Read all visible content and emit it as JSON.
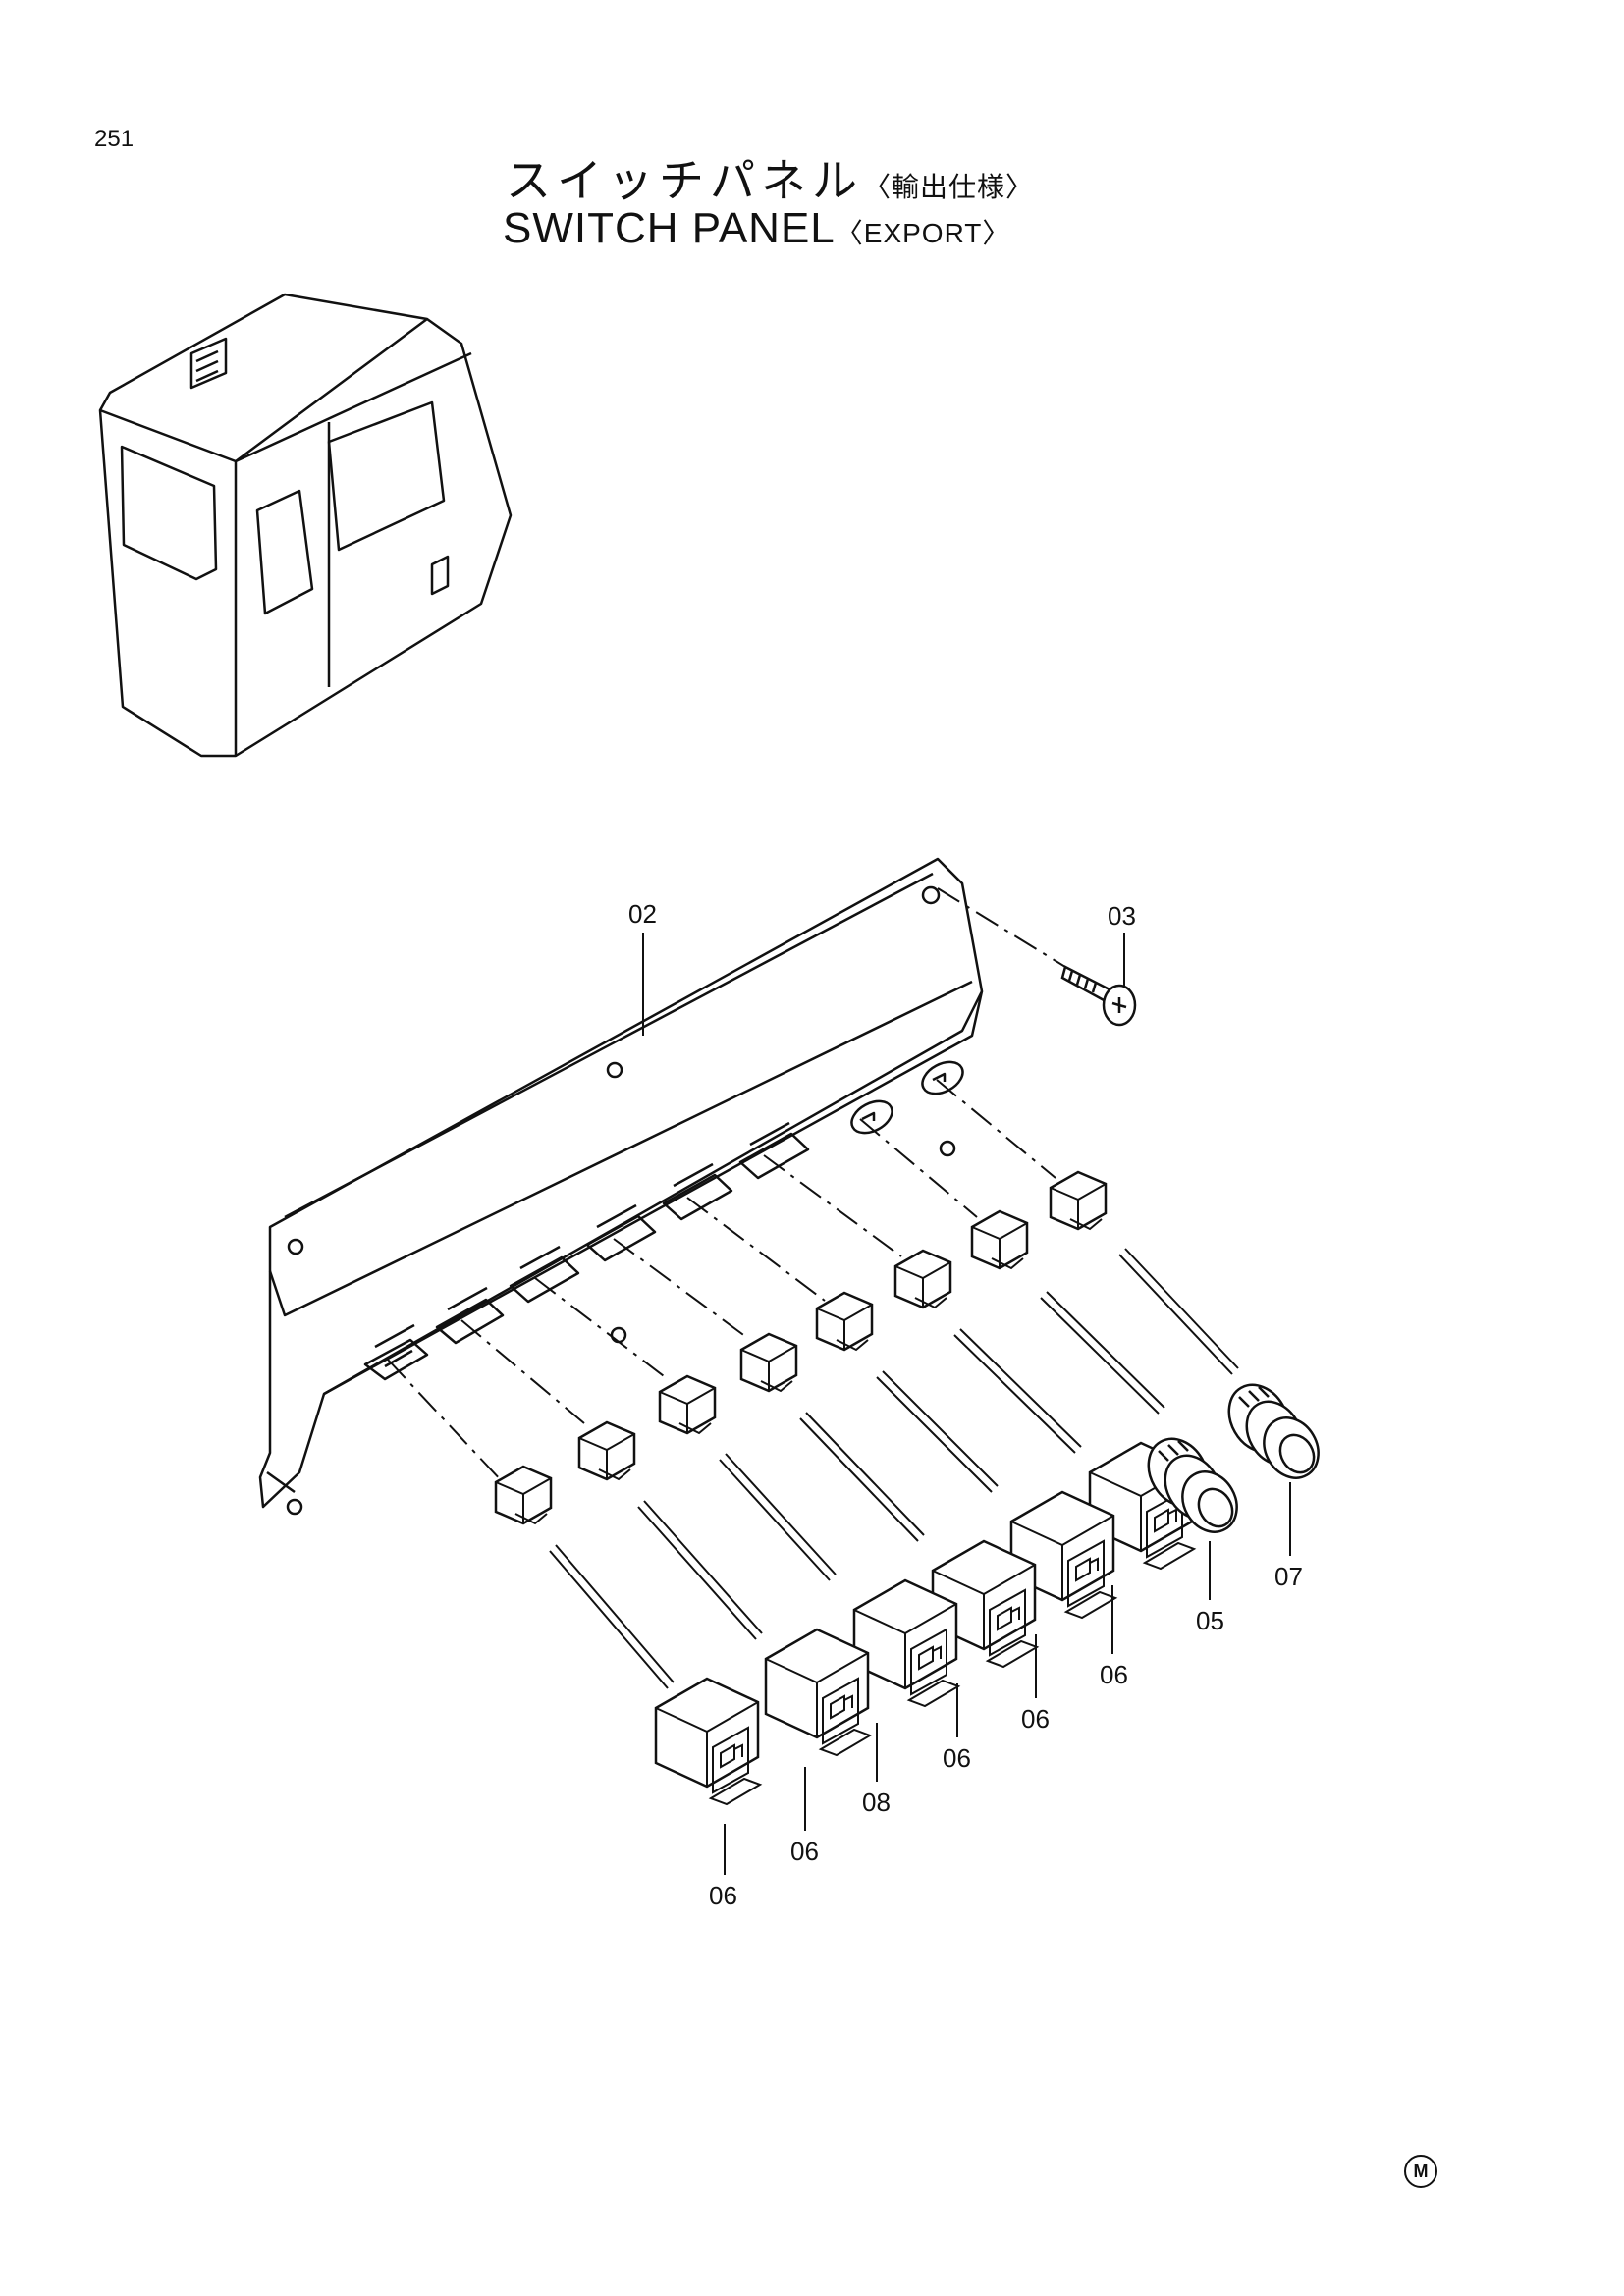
{
  "page_number": "251",
  "title": {
    "jp_main": "スイッチパネル",
    "jp_sub": "〈輸出仕様〉",
    "en_main": "SWITCH  PANEL",
    "en_sub": "〈EXPORT〉"
  },
  "callouts": {
    "c02": "02",
    "c03": "03",
    "c05": "05",
    "c06a": "06",
    "c06b": "06",
    "c06c": "06",
    "c06d": "06",
    "c06e": "06",
    "c07": "07",
    "c08": "08"
  },
  "corner_mark": "M"
}
